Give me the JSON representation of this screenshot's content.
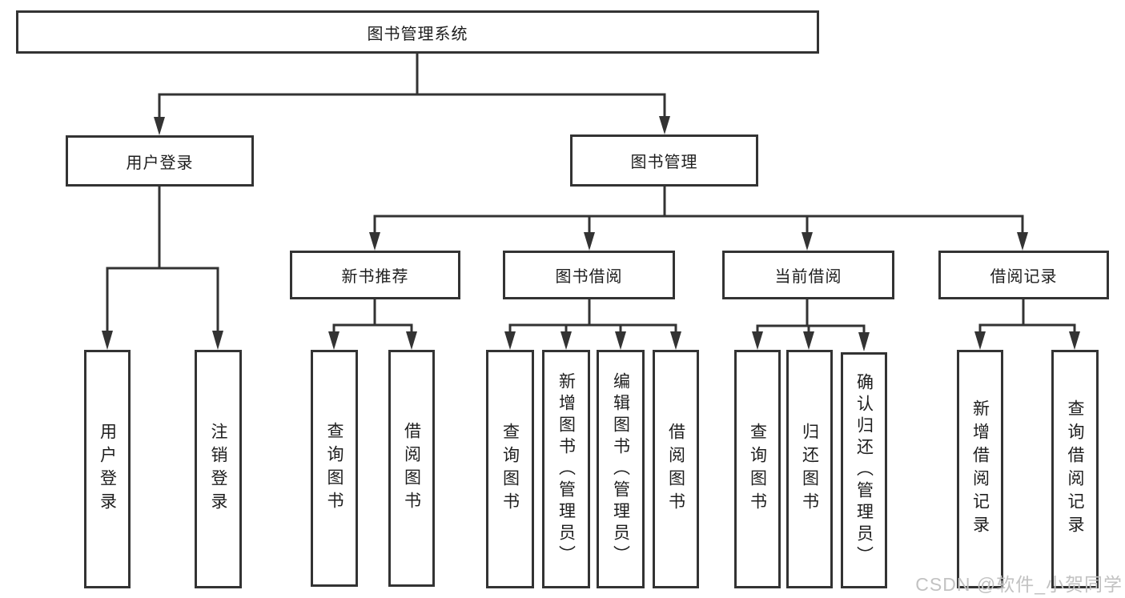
{
  "diagram": {
    "type": "hierarchy-tree",
    "colors": {
      "line": "#333333",
      "box_border": "#333333",
      "box_fill": "#ffffff",
      "text": "#1e1e1e",
      "watermark": "#c2c2c2"
    },
    "watermark": "CSDN @软件_小贺同学"
  },
  "tree": {
    "label": "图书管理系统",
    "children": [
      {
        "label": "用户登录",
        "children": [
          {
            "label": "用户登录"
          },
          {
            "label": "注销登录"
          }
        ]
      },
      {
        "label": "图书管理",
        "children": [
          {
            "label": "新书推荐",
            "children": [
              {
                "label": "查询图书"
              },
              {
                "label": "借阅图书"
              }
            ]
          },
          {
            "label": "图书借阅",
            "children": [
              {
                "label": "查询图书"
              },
              {
                "label": "新增图书（管理员）"
              },
              {
                "label": "编辑图书（管理员）"
              },
              {
                "label": "借阅图书"
              }
            ]
          },
          {
            "label": "当前借阅",
            "children": [
              {
                "label": "查询图书"
              },
              {
                "label": "归还图书"
              },
              {
                "label": "确认归还（管理员）"
              }
            ]
          },
          {
            "label": "借阅记录",
            "children": [
              {
                "label": "新增借阅记录"
              },
              {
                "label": "查询借阅记录"
              }
            ]
          }
        ]
      }
    ]
  }
}
